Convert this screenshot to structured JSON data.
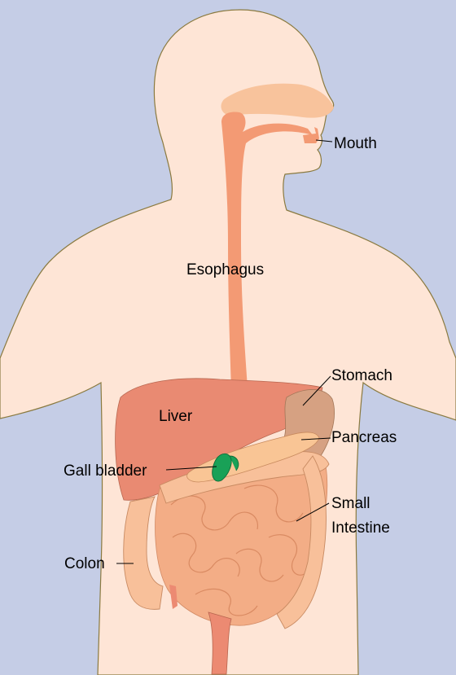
{
  "labels": {
    "mouth": "Mouth",
    "esophagus": "Esophagus",
    "stomach": "Stomach",
    "liver": "Liver",
    "pancreas": "Pancreas",
    "gall_bladder": "Gall bladder",
    "small_intestine_line1": "Small",
    "small_intestine_line2": "Intestine",
    "colon": "Colon"
  },
  "colors": {
    "background": "#c5cde6",
    "skin": "#fee5d6",
    "skin_outline": "#8a7a40",
    "oral_cavity": "#f8c39c",
    "esophagus": "#f39a74",
    "liver": "#e98a72",
    "stomach": "#d6a182",
    "pancreas": "#f9c595",
    "gall_bladder": "#19a157",
    "small_intestine": "#f3ad86",
    "colon": "#f8c09a",
    "rectum": "#ec8a72"
  }
}
